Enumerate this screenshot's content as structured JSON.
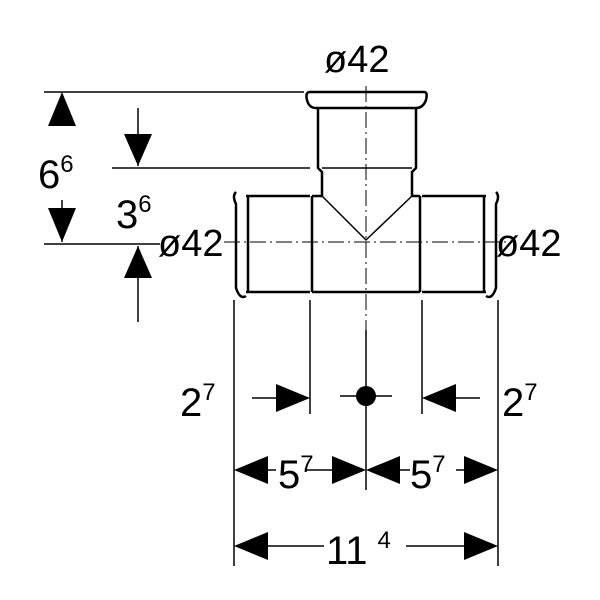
{
  "diameters": {
    "top": "ø42",
    "left": "ø42",
    "right": "ø42"
  },
  "vertical_dims": {
    "total": {
      "base": "6",
      "sup": "6"
    },
    "partial": {
      "base": "3",
      "sup": "6"
    }
  },
  "horizontal_dims": {
    "insertion_left": {
      "base": "2",
      "sup": "7"
    },
    "insertion_right": {
      "base": "2",
      "sup": "7"
    },
    "half_left": {
      "base": "5",
      "sup": "7"
    },
    "half_right": {
      "base": "5",
      "sup": "7"
    },
    "overall": {
      "base": "11",
      "sup": "4"
    }
  },
  "colors": {
    "line": "#000000",
    "background": "#ffffff"
  }
}
